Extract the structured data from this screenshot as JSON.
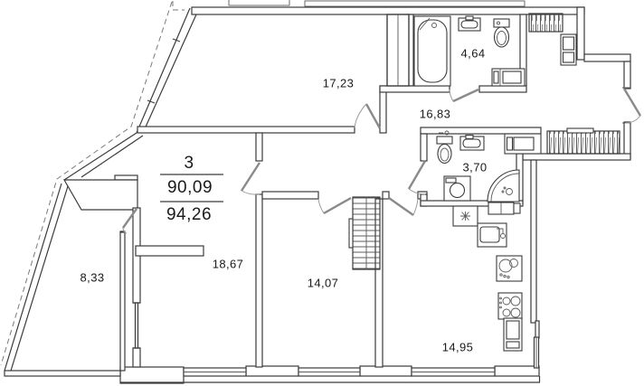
{
  "summary": {
    "rooms_count": "3",
    "living_area": "90,09",
    "total_area": "94,26"
  },
  "rooms": {
    "bedroom_top": "17,23",
    "bathroom_top": "4,64",
    "hallway": "16,83",
    "bathroom_small": "3,70",
    "living": "18,67",
    "bedroom_bottom": "14,07",
    "kitchen": "14,95",
    "balcony": "8,33"
  },
  "colors": {
    "wall_line": "#3b3b3b",
    "text": "#1a1a1a",
    "door_leaf": "#8a8a8a",
    "background": "#ffffff"
  }
}
